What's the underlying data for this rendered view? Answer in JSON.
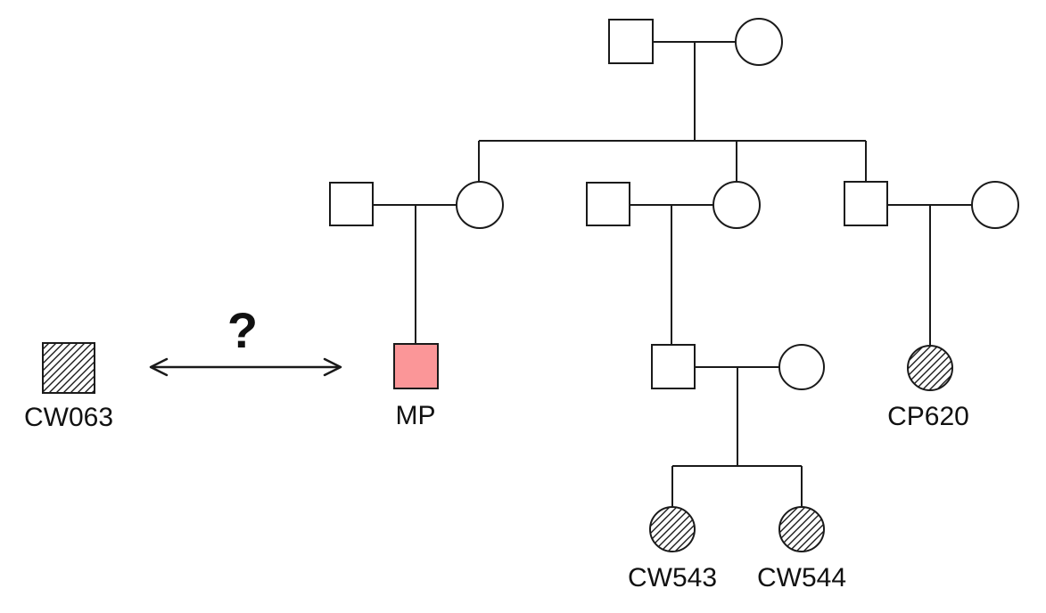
{
  "pedigree": {
    "background_color": "#ffffff",
    "line_color": "#1a1a1a",
    "proband_fill_color": "#fb9698",
    "question_mark": "?",
    "individuals": {
      "cw063": {
        "label": "CW063",
        "shape": "square",
        "fill": "hatched"
      },
      "mp": {
        "label": "MP",
        "shape": "square",
        "fill": "pink-solid"
      },
      "cp620": {
        "label": "CP620",
        "shape": "circle",
        "fill": "hatched"
      },
      "cw543": {
        "label": "CW543",
        "shape": "circle",
        "fill": "hatched"
      },
      "cw544": {
        "label": "CW544",
        "shape": "circle",
        "fill": "hatched"
      }
    }
  }
}
